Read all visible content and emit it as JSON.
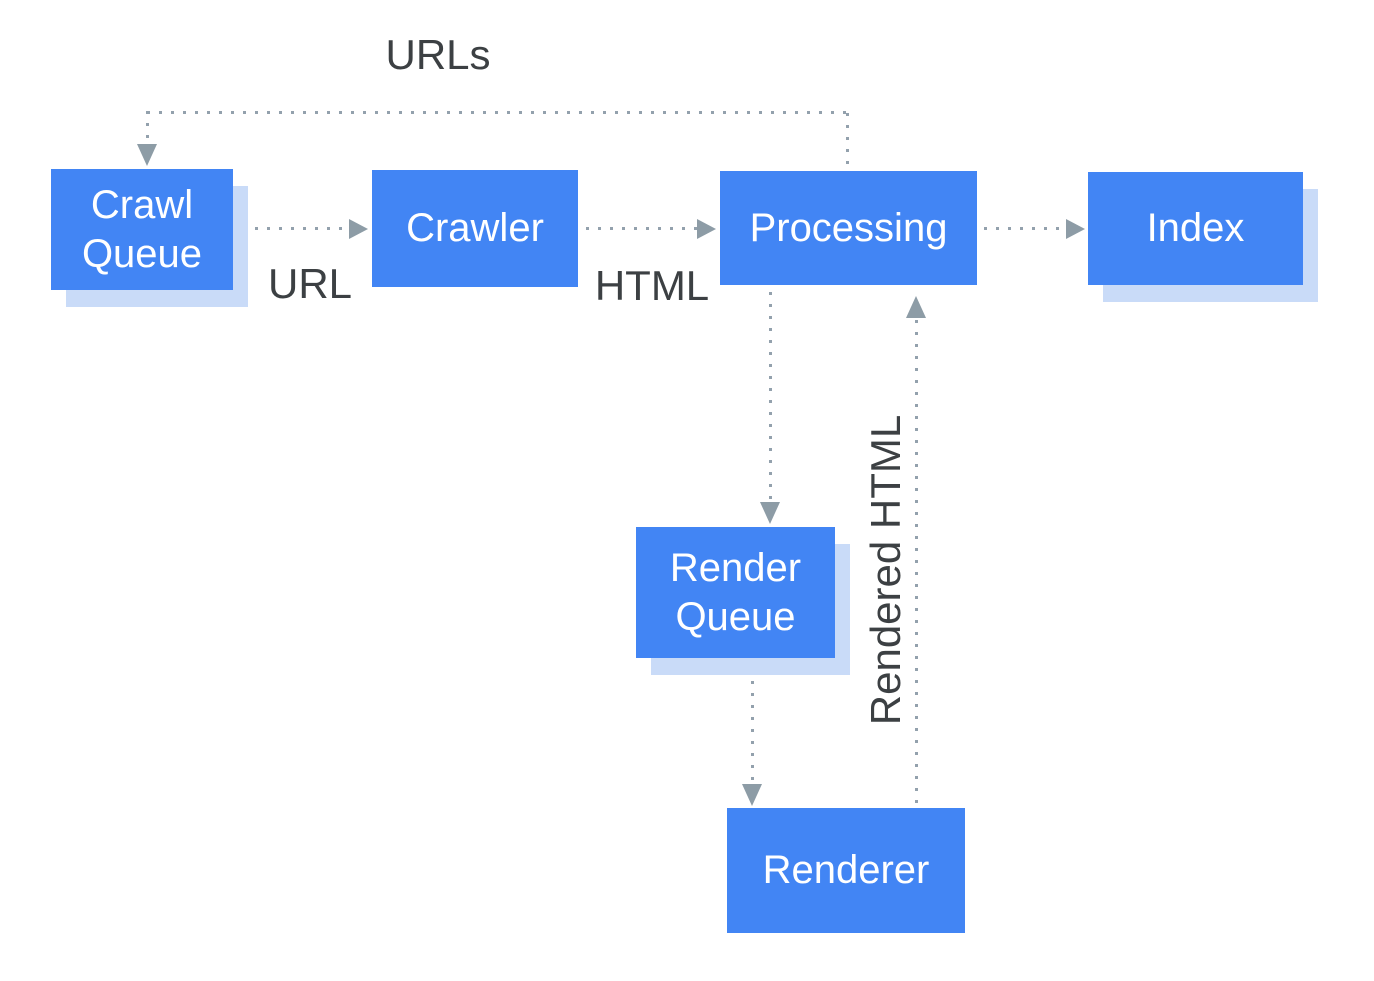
{
  "diagram": {
    "title_hint": "web crawling and rendering pipeline",
    "colors": {
      "node_fill": "#4285F4",
      "node_text": "#FFFFFF",
      "node_shadow": "#C9DBF8",
      "connector_dots": "#93A1AD",
      "arrowhead": "#8D9CA6",
      "edge_label_text": "#3C4043",
      "background": "#FFFFFF"
    },
    "nodes": [
      {
        "id": "crawl-queue",
        "label": "Crawl Queue",
        "has_shadow": true
      },
      {
        "id": "crawler",
        "label": "Crawler",
        "has_shadow": false
      },
      {
        "id": "processing",
        "label": "Processing",
        "has_shadow": false
      },
      {
        "id": "index",
        "label": "Index",
        "has_shadow": true
      },
      {
        "id": "render-queue",
        "label": "Render Queue",
        "has_shadow": true
      },
      {
        "id": "renderer",
        "label": "Renderer",
        "has_shadow": false
      }
    ],
    "edges": [
      {
        "from": "processing",
        "to": "crawl-queue",
        "label": "URLs",
        "style": "dotted"
      },
      {
        "from": "crawl-queue",
        "to": "crawler",
        "label": "URL",
        "style": "dotted"
      },
      {
        "from": "crawler",
        "to": "processing",
        "label": "HTML",
        "style": "dotted"
      },
      {
        "from": "processing",
        "to": "index",
        "label": "",
        "style": "dotted"
      },
      {
        "from": "processing",
        "to": "render-queue",
        "label": "",
        "style": "dotted"
      },
      {
        "from": "render-queue",
        "to": "renderer",
        "label": "",
        "style": "dotted"
      },
      {
        "from": "renderer",
        "to": "processing",
        "label": "Rendered HTML",
        "style": "dotted"
      }
    ]
  }
}
